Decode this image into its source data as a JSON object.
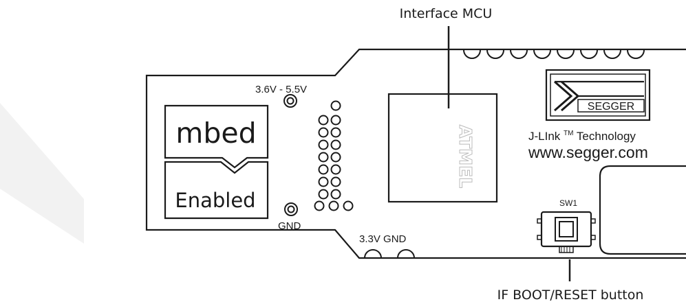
{
  "callouts": {
    "interface_mcu": "Interface MCU",
    "if_boot_reset": "IF BOOT/RESET button"
  },
  "board": {
    "voltage_top": "3.6V - 5.5V",
    "gnd_left": "GND",
    "voltage_bottom": "3.3V GND",
    "switch_label": "SW1",
    "chip_marking": "ATMEL"
  },
  "mbed_logo": {
    "top": "mbed",
    "bottom": "Enabled"
  },
  "segger": {
    "logo_text": "SEGGER",
    "jlink": "J-LInk",
    "trademark": "TM",
    "technology": "Technology",
    "url": "www.segger.com"
  },
  "colors": {
    "ink": "#1a1a1a",
    "watermark": "#f2f2f2"
  }
}
